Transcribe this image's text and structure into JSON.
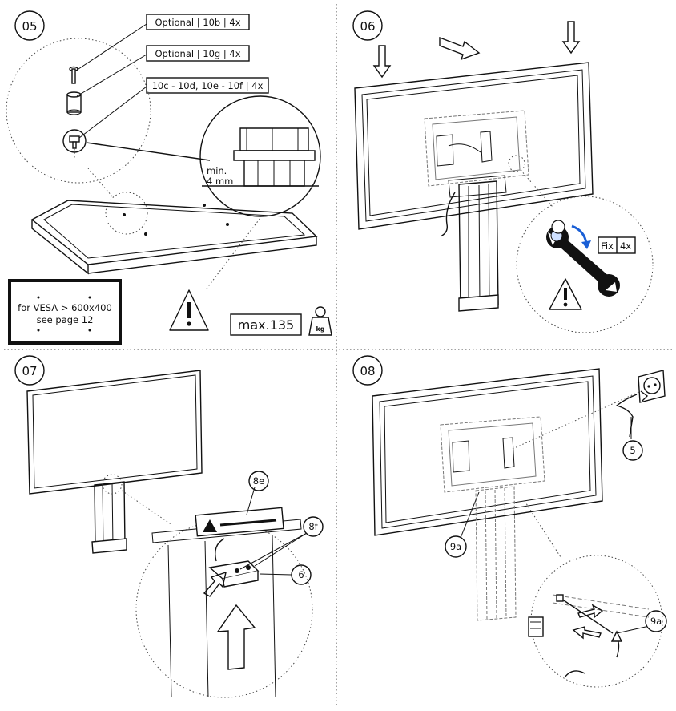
{
  "steps": {
    "s05": {
      "number": "05",
      "label_10b": "Optional | 10b | 4x",
      "label_10g": "Optional | 10g | 4x",
      "label_10c": "10c - 10d, 10e - 10f | 4x",
      "min_line1": "min.",
      "min_line2": "4 mm",
      "vesa_line1": "for VESA > 600x400",
      "vesa_line2": "see page 12",
      "max_load": "max.135",
      "kg": "kg"
    },
    "s06": {
      "number": "06",
      "fix_label": "Fix",
      "fix_qty": "4x"
    },
    "s07": {
      "number": "07",
      "callout_8e": "8e",
      "callout_8f": "8f",
      "callout_6": "6"
    },
    "s08": {
      "number": "08",
      "callout_5": "5",
      "callout_9a_1": "9a",
      "callout_9a_2": "9a"
    }
  },
  "icons": [
    "warning-icon",
    "weight-icon",
    "wrench-icon",
    "rotate-arrow-icon",
    "down-arrow-icon",
    "push-arrow-icon",
    "power-socket-icon"
  ]
}
